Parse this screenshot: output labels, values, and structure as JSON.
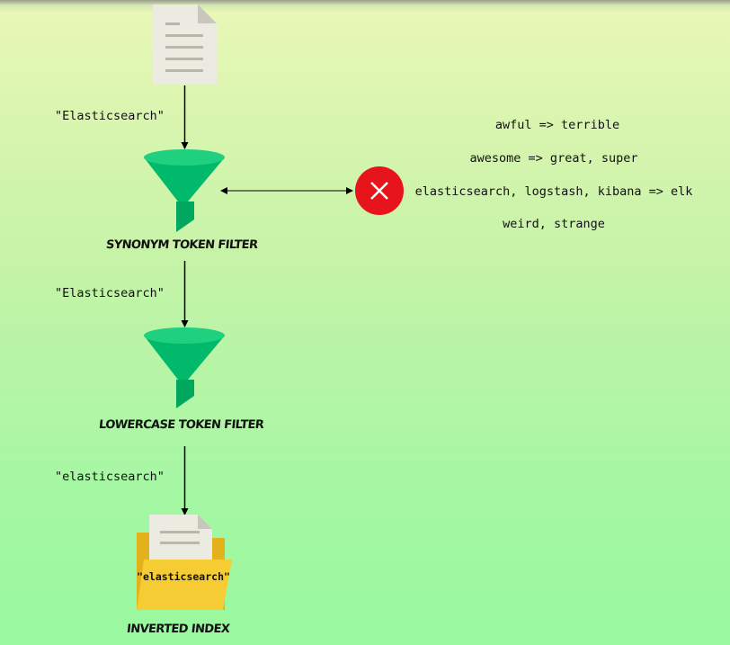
{
  "flow": {
    "token_original": "\"Elasticsearch\"",
    "token_after_synonym": "\"Elasticsearch\"",
    "token_after_lowercase": "\"elasticsearch\"",
    "synonym_filter_label": "SYNONYM TOKEN FILTER",
    "lowercase_filter_label": "LOWERCASE TOKEN FILTER",
    "inverted_index_label": "INVERTED INDEX",
    "index_term": "\"elasticsearch\""
  },
  "synonyms": [
    "awful => terrible",
    "awesome => great, super",
    "elasticsearch, logstash, kibana => elk",
    "weird, strange"
  ],
  "status": {
    "no_match": "no-match-x-icon"
  },
  "colors": {
    "funnel": "#00b96b",
    "funnel_top": "#1fd07f",
    "no_match": "#e8141b",
    "folder": "#f5cc33",
    "document": "#ecebe2"
  }
}
